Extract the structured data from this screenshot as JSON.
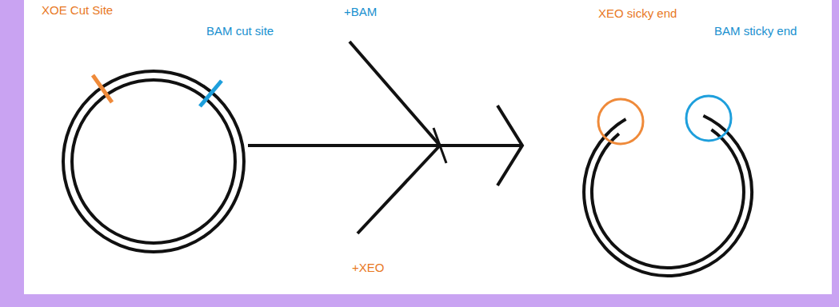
{
  "diagram": {
    "labels": [
      "XOE Cut Site",
      "BAM cut site",
      "+BAM",
      "+XEO",
      "XEO sicky end",
      "BAM sticky end"
    ]
  }
}
